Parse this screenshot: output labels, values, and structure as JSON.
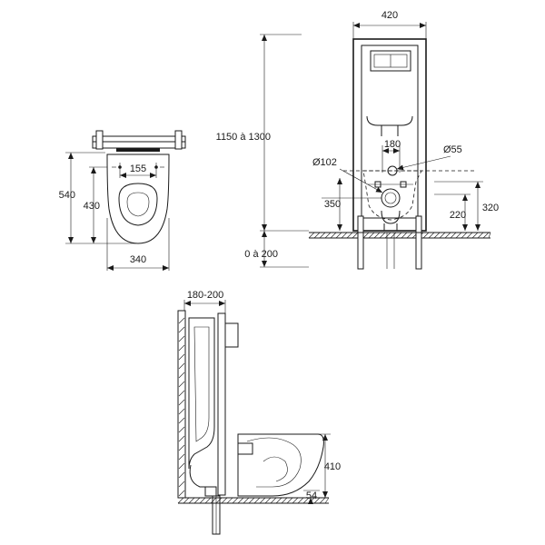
{
  "top_view": {
    "width_label": "340",
    "depth_label": "540",
    "depth_inner_label": "430",
    "fixing_spacing_label": "155"
  },
  "front_view": {
    "frame_width_label": "420",
    "height_label": "1150 à 1300",
    "adjust_label": "0 à 200",
    "bolt_spacing_label": "180",
    "waste_diameter_label": "Ø102",
    "supply_diameter_label": "Ø55",
    "waste_height_label": "350",
    "bowl_height_label": "320",
    "supply_height_label": "220"
  },
  "side_view": {
    "wall_depth_label": "180-200",
    "bowl_height_label": "410",
    "floor_gap_label": "54"
  }
}
